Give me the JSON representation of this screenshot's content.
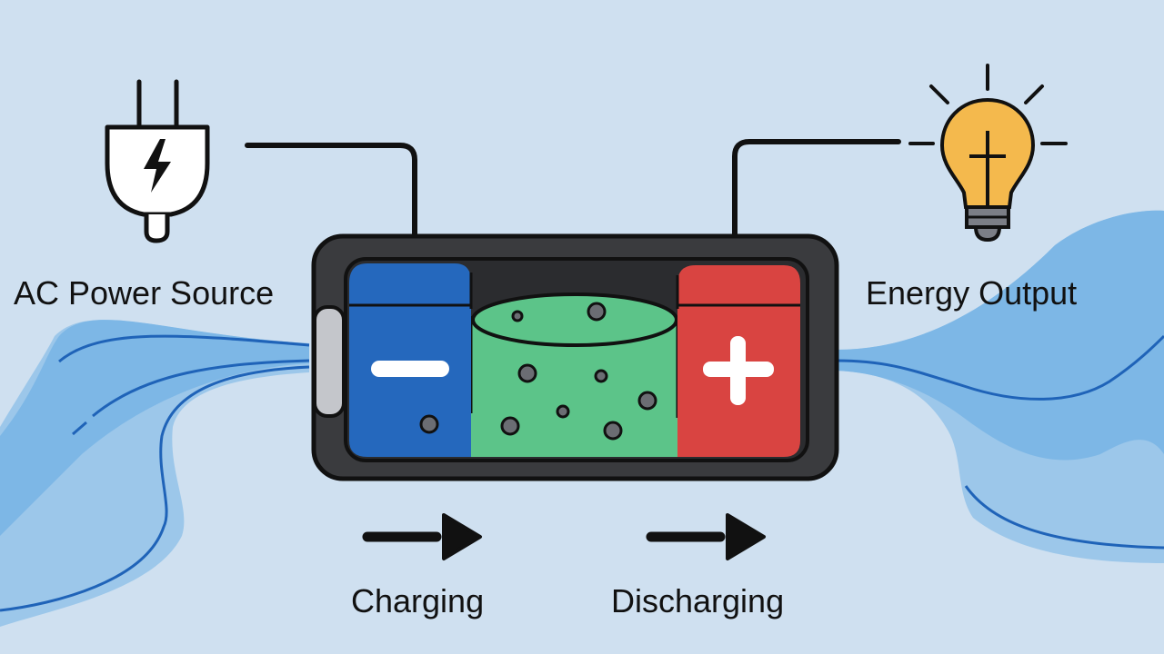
{
  "labels": {
    "source": "AC Power Source",
    "output": "Energy Output",
    "charging": "Charging",
    "discharging": "Discharging"
  },
  "icons": {
    "source": "plug-icon",
    "output": "lightbulb-icon",
    "negative_terminal": "minus-icon",
    "positive_terminal": "plus-icon",
    "charging_arrow": "arrow-right-icon",
    "discharging_arrow": "arrow-right-icon"
  },
  "colors": {
    "background": "#cfe0f0",
    "flow_light": "#9cc7ea",
    "flow_mid": "#7db7e6",
    "flow_line": "#1f63b8",
    "battery_case": "#3a3b3e",
    "anode": "#2568bd",
    "electrolyte": "#5cc489",
    "cathode": "#d94441",
    "bulb": "#f4b94d",
    "ions": "#6b6d73"
  }
}
